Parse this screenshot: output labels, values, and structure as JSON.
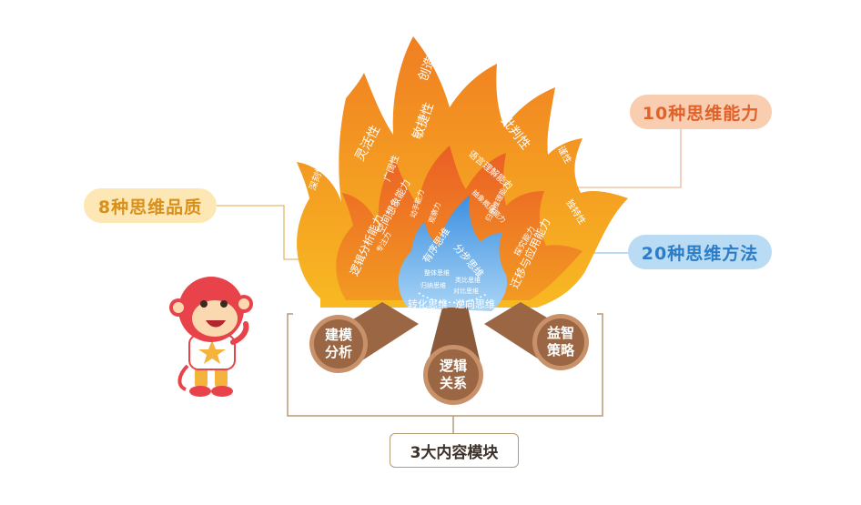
{
  "labels": {
    "quality": "8种思维品质",
    "ability": "10种思维能力",
    "method": "20种思维方法",
    "modules": "3大内容模块"
  },
  "logs": [
    {
      "line1": "建模",
      "line2": "分析"
    },
    {
      "line1": "逻辑",
      "line2": "关系"
    },
    {
      "line1": "益智",
      "line2": "策略"
    }
  ],
  "qualities": [
    "创造性",
    "敏捷性",
    "批判性",
    "灵活性",
    "深刻性",
    "广阔性",
    "严谨性",
    "独特性"
  ],
  "abilities": [
    "语言理解能力",
    "空间想象能力",
    "逻辑分析能力",
    "迁移与应用能力",
    "归纳推理能力",
    "动手能力",
    "观察力",
    "抽象概括能力",
    "专注力",
    "探究能力"
  ],
  "methods": [
    "有序思维",
    "分步思维",
    "转化思维",
    "逆向思维",
    "整体思维",
    "类比思维",
    "归纳思维",
    "对比思维"
  ],
  "colors": {
    "flame_outer": "#f5a41f",
    "flame_mid": "#f07a22",
    "flame_inner": "#e4532a",
    "flame_core": "#5aa6e6",
    "log": "#9a6643",
    "log_end": "#c8916a",
    "monkey": "#e8434a"
  }
}
